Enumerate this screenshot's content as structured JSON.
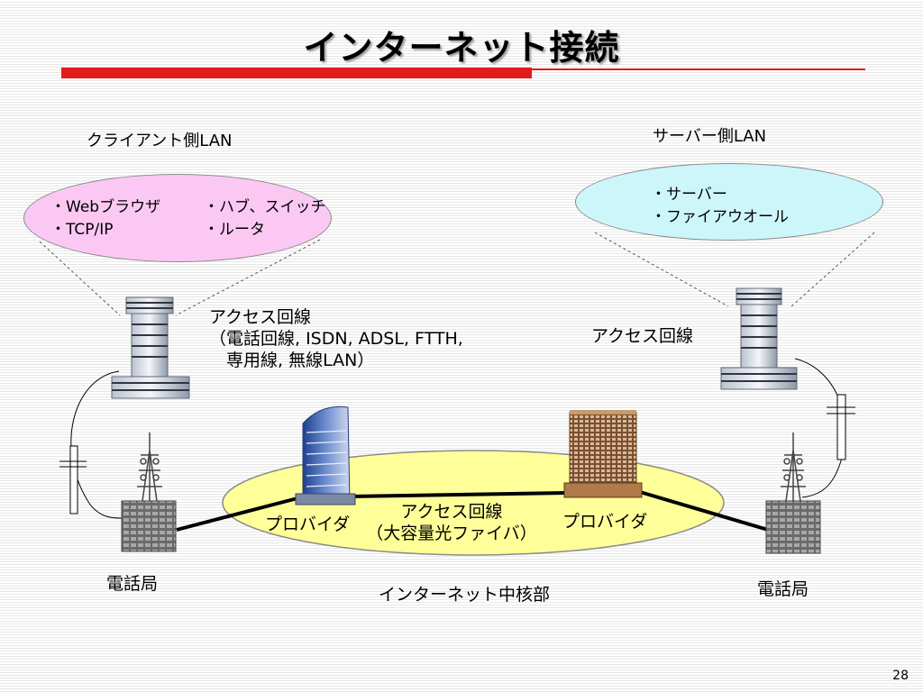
{
  "slide": {
    "title": "インターネット接続",
    "page_number": "28"
  },
  "client": {
    "header": "クライアント側LAN",
    "bullets_left": [
      "・Webブラウザ",
      "・TCP/IP"
    ],
    "bullets_right": [
      "・ハブ、スイッチ",
      "・ルータ"
    ],
    "access_line_lines": [
      "アクセス回線",
      "（電話回線, ISDN, ADSL, FTTH,",
      "　専用線, 無線LAN）"
    ],
    "phone_office": "電話局"
  },
  "server": {
    "header": "サーバー側LAN",
    "bullets": [
      "・サーバー",
      "・ファイアウオール"
    ],
    "access_line": "アクセス回線",
    "phone_office": "電話局"
  },
  "core": {
    "provider_left": "プロバイダ",
    "provider_right": "プロバイダ",
    "access_line": "アクセス回線",
    "access_line_sub": "（大容量光ファイバ）",
    "caption": "インターネット中核部"
  },
  "colors": {
    "accent_red": "#e31b1b",
    "client_ellipse": "#fbc8f4",
    "server_ellipse": "#cdf6fb",
    "core_ellipse": "#ffff99"
  }
}
